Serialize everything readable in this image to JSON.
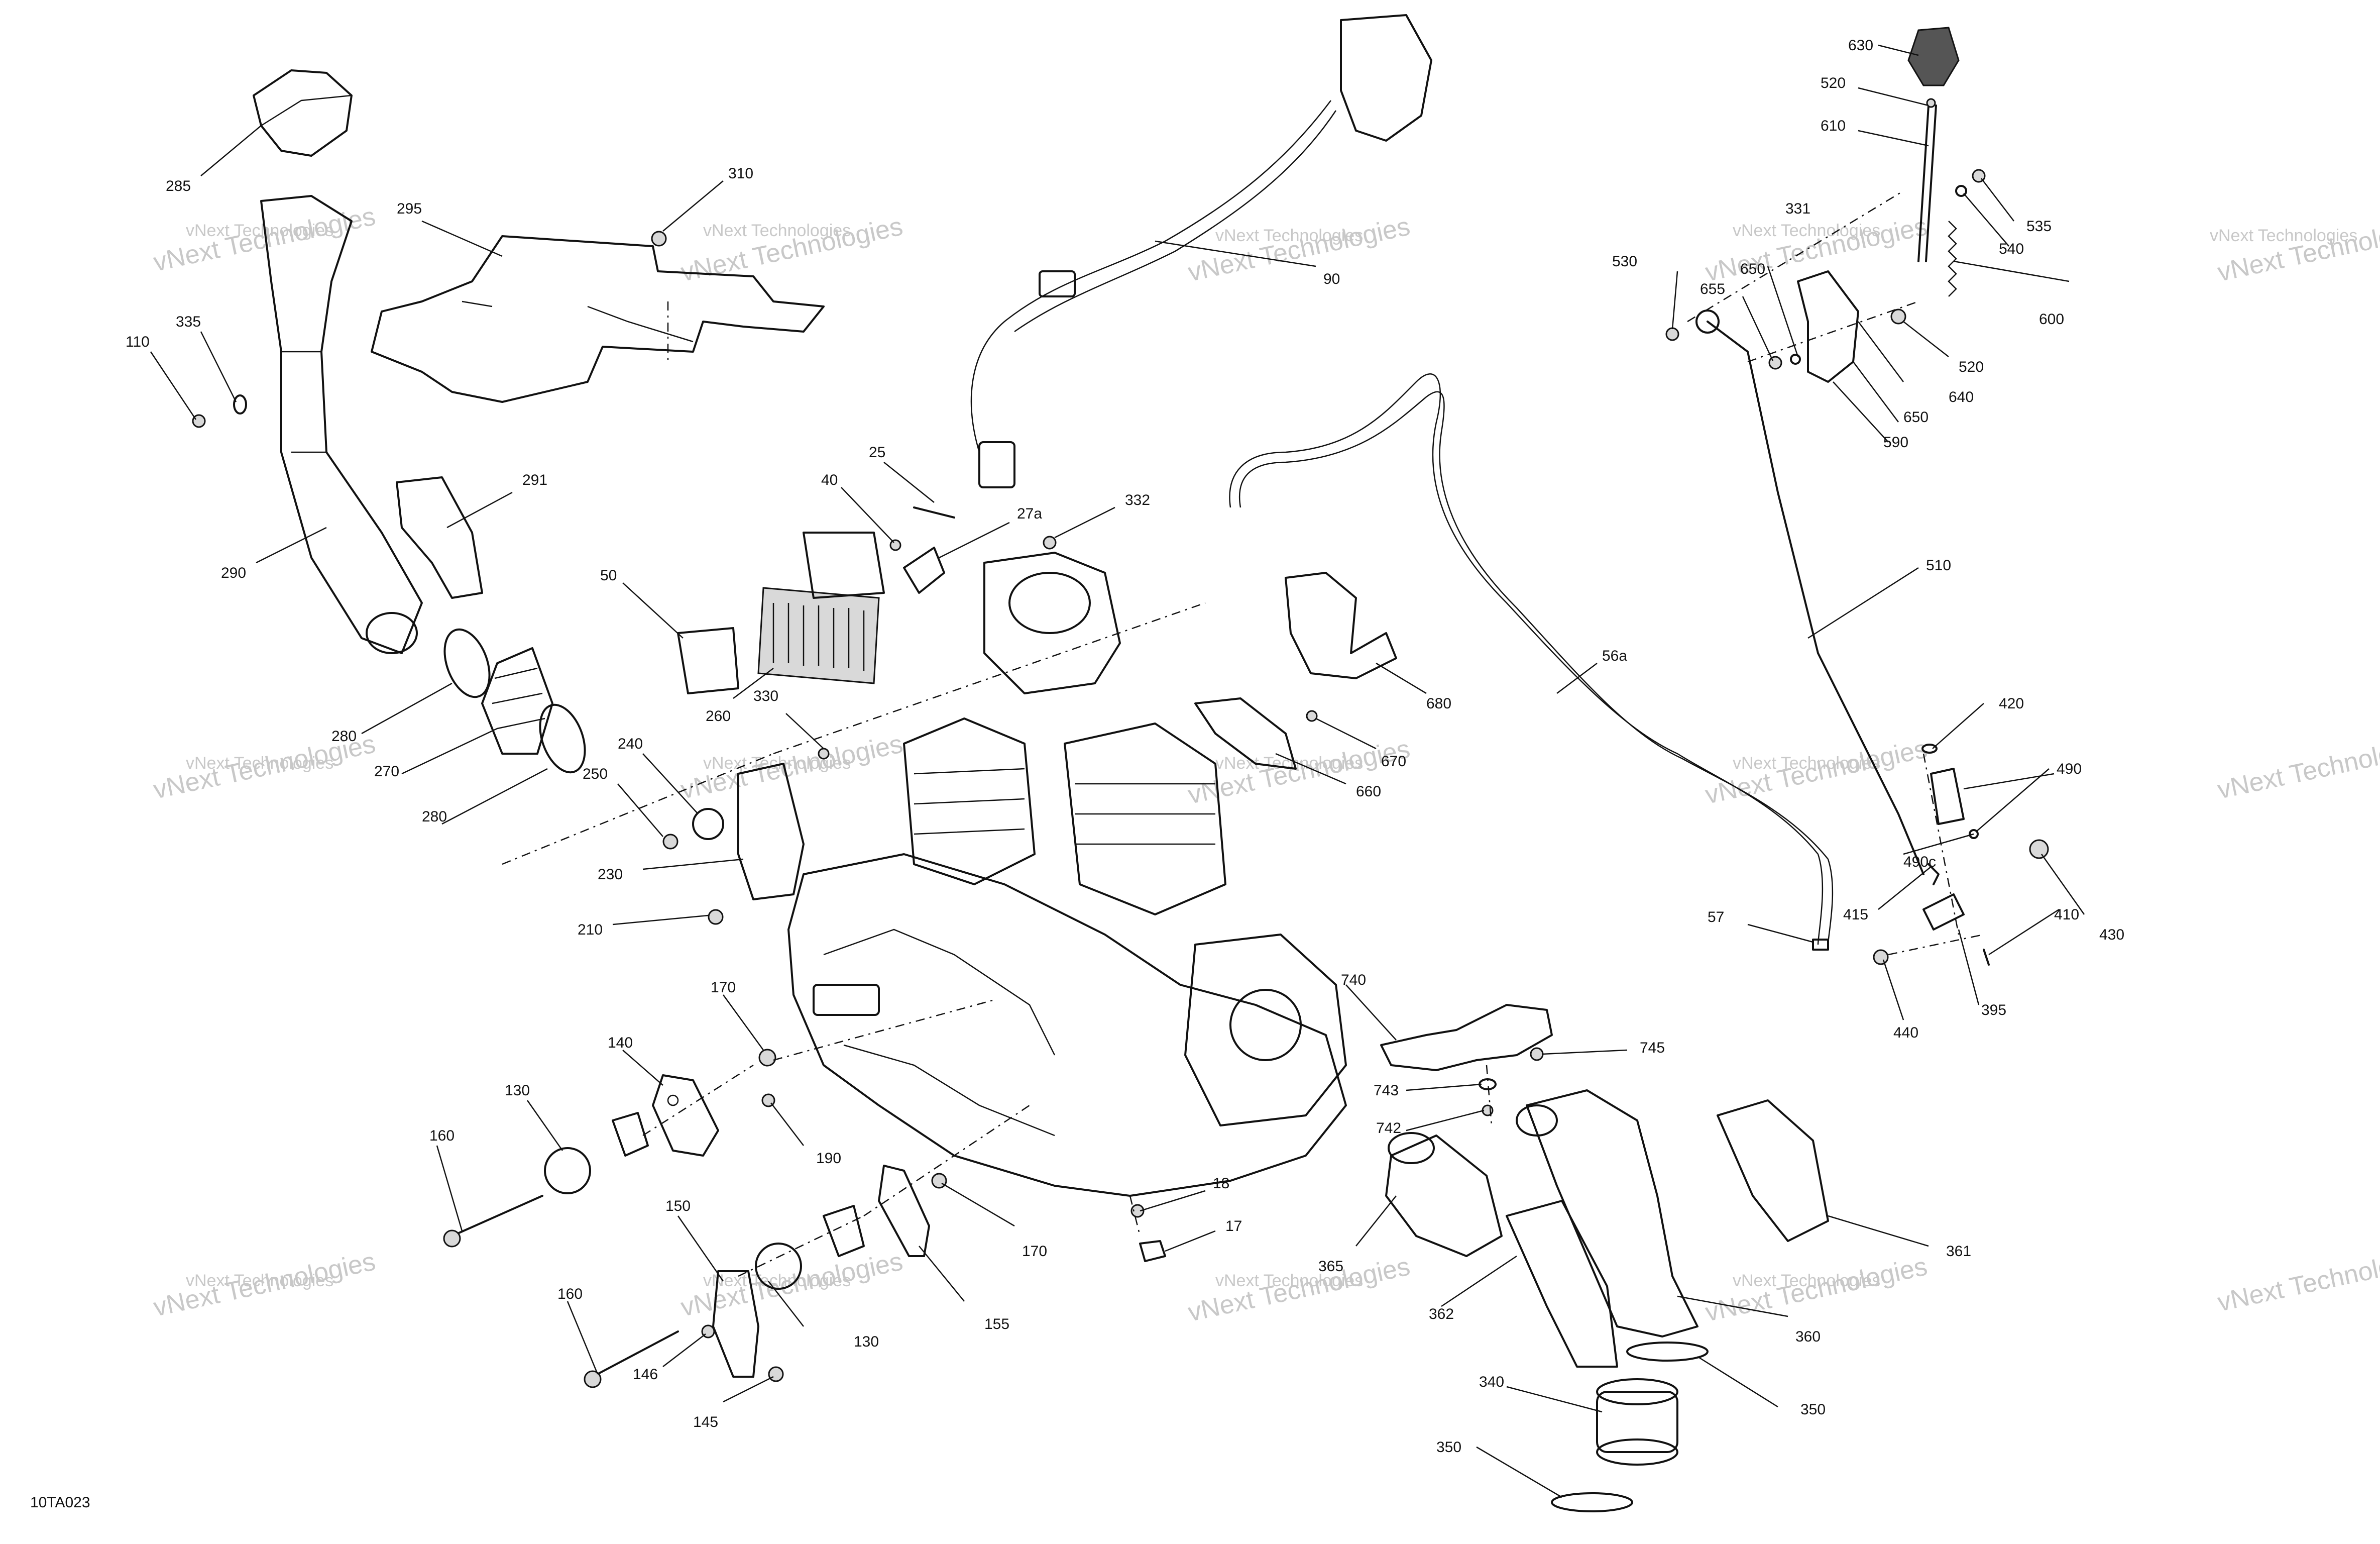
{
  "drawing_code": "10TA023",
  "watermark": {
    "line1": "vNext Technologies",
    "line2": "vNext Technologies",
    "big": "vNext Technologies"
  },
  "callouts": [
    {
      "id": "c285",
      "text": "285"
    },
    {
      "id": "c295",
      "text": "295"
    },
    {
      "id": "c310",
      "text": "310"
    },
    {
      "id": "c335",
      "text": "335"
    },
    {
      "id": "c110",
      "text": "110"
    },
    {
      "id": "c291",
      "text": "291"
    },
    {
      "id": "c290",
      "text": "290"
    },
    {
      "id": "c280a",
      "text": "280"
    },
    {
      "id": "c270",
      "text": "270"
    },
    {
      "id": "c280b",
      "text": "280"
    },
    {
      "id": "c90",
      "text": "90"
    },
    {
      "id": "c25",
      "text": "25"
    },
    {
      "id": "c40",
      "text": "40"
    },
    {
      "id": "c27a",
      "text": "27a"
    },
    {
      "id": "c332",
      "text": "332"
    },
    {
      "id": "c50",
      "text": "50"
    },
    {
      "id": "c260",
      "text": "260"
    },
    {
      "id": "c330",
      "text": "330"
    },
    {
      "id": "c240",
      "text": "240"
    },
    {
      "id": "c250",
      "text": "250"
    },
    {
      "id": "c230",
      "text": "230"
    },
    {
      "id": "c210",
      "text": "210"
    },
    {
      "id": "c680",
      "text": "680"
    },
    {
      "id": "c670",
      "text": "670"
    },
    {
      "id": "c660",
      "text": "660"
    },
    {
      "id": "c56a",
      "text": "56a"
    },
    {
      "id": "c57",
      "text": "57"
    },
    {
      "id": "c170a",
      "text": "170"
    },
    {
      "id": "c140",
      "text": "140"
    },
    {
      "id": "c130a",
      "text": "130"
    },
    {
      "id": "c160a",
      "text": "160"
    },
    {
      "id": "c190",
      "text": "190"
    },
    {
      "id": "c170b",
      "text": "170"
    },
    {
      "id": "c150",
      "text": "150"
    },
    {
      "id": "c130b",
      "text": "130"
    },
    {
      "id": "c155",
      "text": "155"
    },
    {
      "id": "c160b",
      "text": "160"
    },
    {
      "id": "c146",
      "text": "146"
    },
    {
      "id": "c145",
      "text": "145"
    },
    {
      "id": "c18",
      "text": "18"
    },
    {
      "id": "c17",
      "text": "17"
    },
    {
      "id": "c740",
      "text": "740"
    },
    {
      "id": "c745",
      "text": "745"
    },
    {
      "id": "c743",
      "text": "743"
    },
    {
      "id": "c742",
      "text": "742"
    },
    {
      "id": "c365",
      "text": "365"
    },
    {
      "id": "c362",
      "text": "362"
    },
    {
      "id": "c361",
      "text": "361"
    },
    {
      "id": "c360",
      "text": "360"
    },
    {
      "id": "c340",
      "text": "340"
    },
    {
      "id": "c350a",
      "text": "350"
    },
    {
      "id": "c350b",
      "text": "350"
    },
    {
      "id": "c630",
      "text": "630"
    },
    {
      "id": "c520a",
      "text": "520"
    },
    {
      "id": "c610",
      "text": "610"
    },
    {
      "id": "c535",
      "text": "535"
    },
    {
      "id": "c540",
      "text": "540"
    },
    {
      "id": "c331",
      "text": "331"
    },
    {
      "id": "c530",
      "text": "530"
    },
    {
      "id": "c655",
      "text": "655"
    },
    {
      "id": "c650a",
      "text": "650"
    },
    {
      "id": "c600",
      "text": "600"
    },
    {
      "id": "c520b",
      "text": "520"
    },
    {
      "id": "c640",
      "text": "640"
    },
    {
      "id": "c650b",
      "text": "650"
    },
    {
      "id": "c590",
      "text": "590"
    },
    {
      "id": "c510",
      "text": "510"
    },
    {
      "id": "c420",
      "text": "420"
    },
    {
      "id": "c490",
      "text": "490"
    },
    {
      "id": "c490c",
      "text": "490c"
    },
    {
      "id": "c415",
      "text": "415"
    },
    {
      "id": "c410",
      "text": "410"
    },
    {
      "id": "c430",
      "text": "430"
    },
    {
      "id": "c395",
      "text": "395"
    },
    {
      "id": "c440",
      "text": "440"
    }
  ]
}
